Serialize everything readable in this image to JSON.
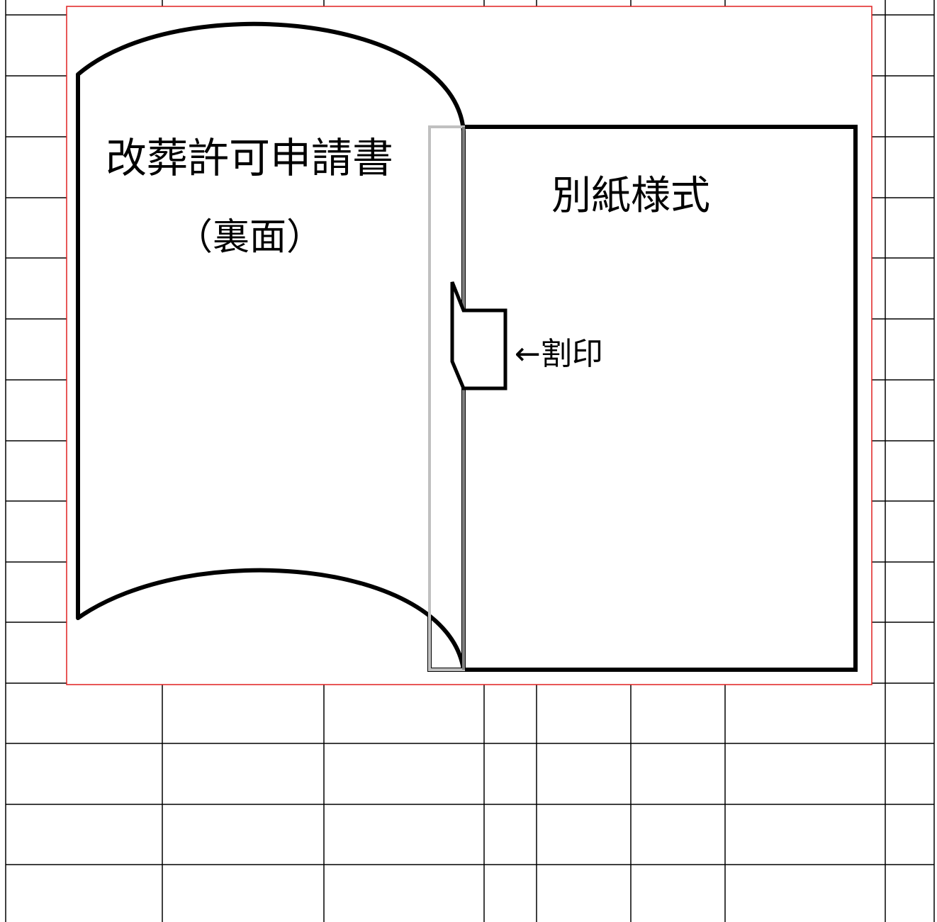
{
  "diagram": {
    "book_page_title": "改葬許可申請書",
    "book_page_subtitle": "（裏面）",
    "attachment_title": "別紙様式",
    "seal_label": "←割印"
  },
  "colors": {
    "grid_line": "#000000",
    "drawing_border": "#e02020",
    "outline": "#000000",
    "binding_strip": "#c0c0c0",
    "fold_line": "#808080",
    "background": "#ffffff"
  }
}
